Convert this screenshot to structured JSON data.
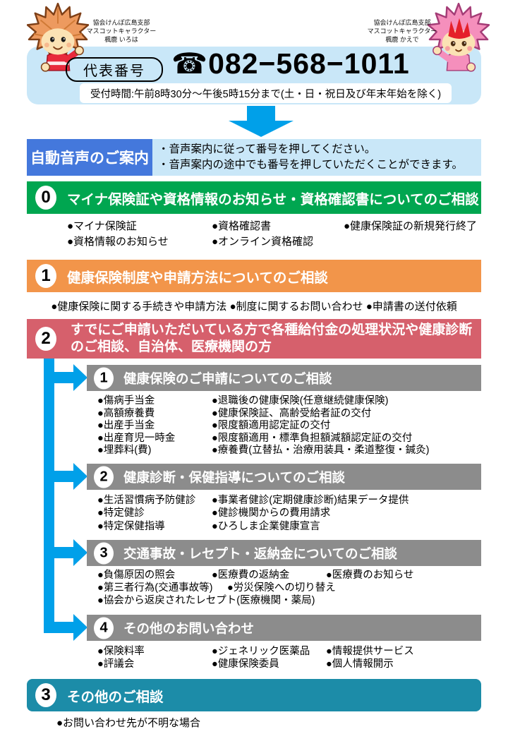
{
  "colors": {
    "header_bg": "#C9E7F8",
    "arrow_cyan": "#00A0E9",
    "guide_blue": "#4478DC",
    "green": "#00A650",
    "orange": "#F2954A",
    "rose": "#D6606C",
    "gray": "#8C8C8C",
    "teal": "#1C8CA8"
  },
  "header": {
    "mascot_left_caption": [
      "協会けんぽ広島支部",
      "マスコットキャラクター",
      "楓鹿 いろは"
    ],
    "mascot_right_caption": [
      "協会けんぽ広島支部",
      "マスコットキャラクター",
      "楓鹿 かえで"
    ],
    "rep_label": "代表番号",
    "phone": "☎082−568−1011",
    "hours": "受付時間:午前8時30分～午後5時15分まで(土・日・祝日及び年末年始を除く)"
  },
  "guide": {
    "label": "自動音声のご案内",
    "line1": "・音声案内に従って番号を押してください。",
    "line2": "・音声案内の途中でも番号を押していただくことができます。"
  },
  "sec0": {
    "num": "0",
    "title": "マイナ保険証や資格情報のお知らせ・資格確認書についてのご相談",
    "col1": [
      "●マイナ保険証",
      "●資格情報のお知らせ"
    ],
    "col2": [
      "●資格確認書",
      "●オンライン資格確認"
    ],
    "col3": [
      "●健康保険証の新規発行終了"
    ]
  },
  "sec1": {
    "num": "1",
    "title": "健康保険制度や申請方法についてのご相談",
    "line": "●健康保険に関する手続きや申請方法 ●制度に関するお問い合わせ ●申請書の送付依頼"
  },
  "sec2": {
    "num": "2",
    "title_line1": "すでにご申請いただいている方で各種給付金の処理状況や健康診断",
    "title_line2": "のご相談、自治体、医療機関の方",
    "subs": [
      {
        "num": "1",
        "title": "健康保険のご申請についてのご相談",
        "col1": [
          "●傷病手当金",
          "●高額療養費",
          "●出産手当金",
          "●出産育児一時金",
          "●埋葬料(費)"
        ],
        "col2": [
          "●退職後の健康保険(任意継続健康保険)",
          "●健康保険証、高齢受給者証の交付",
          "●限度額適用認定証の交付",
          "●限度額適用・標準負担額減額認定証の交付",
          "●療養費(立替払・治療用装具・柔道整復・鍼灸)"
        ]
      },
      {
        "num": "2",
        "title": "健康診断・保健指導についてのご相談",
        "col1": [
          "●生活習慣病予防健診",
          "●特定健診",
          "●特定保健指導"
        ],
        "col2": [
          "●事業者健診(定期健康診断)結果データ提供",
          "●健診機関からの費用請求",
          "●ひろしま企業健康宣言"
        ]
      },
      {
        "num": "3",
        "title": "交通事故・レセプト・返納金についてのご相談",
        "row1": [
          "●負傷原因の照会",
          "●医療費の返納金",
          "●医療費のお知らせ"
        ],
        "row2": [
          "●第三者行為(交通事故等)",
          "●労災保険への切り替え"
        ],
        "row3": "●協会から返戻されたレセプト(医療機関・薬局)"
      },
      {
        "num": "4",
        "title": "その他のお問い合わせ",
        "col1": [
          "●保険料率",
          "●評議会"
        ],
        "col2": [
          "●ジェネリック医薬品",
          "●健康保険委員"
        ],
        "col3": [
          "●情報提供サービス",
          "●個人情報開示"
        ]
      }
    ]
  },
  "sec3": {
    "num": "3",
    "title": "その他のご相談",
    "line": "●お問い合わせ先が不明な場合"
  }
}
